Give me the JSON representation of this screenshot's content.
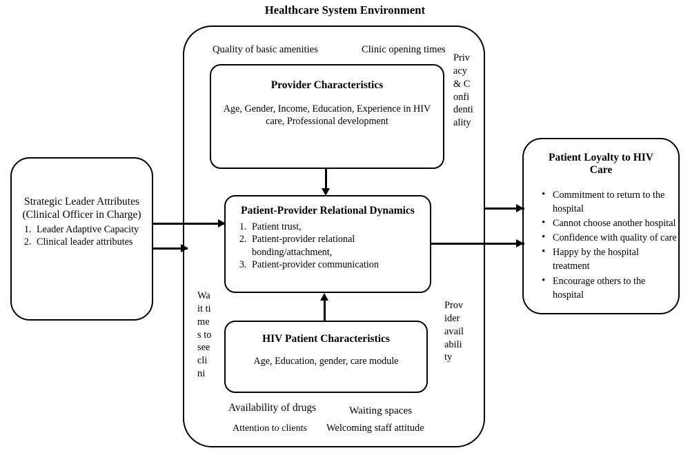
{
  "diagram": {
    "title": "Healthcare System Environment",
    "type": "conceptual-framework"
  },
  "environment_labels": {
    "quality_of_basic_amenities": "Quality of basic amenities",
    "clinic_opening_times": "Clinic opening times",
    "privacy_and_confidentiality": "Privacy & Confidentiality",
    "wait_times_to_see_clinician": "Wait times to see clini",
    "provider_availability": "Provider availability",
    "availability_of_drugs": "Availability of drugs",
    "waiting_spaces": "Waiting spaces",
    "attention_to_clients": "Attention to clients",
    "welcoming_staff_attitude": "Welcoming staff attitude"
  },
  "nodes": {
    "strategic_leader": {
      "title": "Strategic Leader Attributes (Clinical Officer in Charge)",
      "items": [
        "Leader Adaptive Capacity",
        "Clinical leader attributes"
      ]
    },
    "provider_characteristics": {
      "title": "Provider Characteristics",
      "subtitle": "Age, Gender, Income, Education, Experience in HIV care, Professional development"
    },
    "relational_dynamics": {
      "title": "Patient-Provider Relational Dynamics",
      "items": [
        "Patient trust,",
        "Patient-provider relational bonding/attachment,",
        "Patient-provider communication"
      ]
    },
    "hiv_patient_characteristics": {
      "title": "HIV Patient Characteristics",
      "subtitle": "Age, Education, gender, care module"
    },
    "patient_loyalty": {
      "title": "Patient Loyalty to HIV Care",
      "items": [
        "Commitment to return to the hospital",
        "Cannot choose another hospital",
        "Confidence with quality of care",
        "Happy by the hospital treatment",
        "Encourage others to the hospital"
      ]
    }
  },
  "colors": {
    "stroke": "#000000",
    "background": "#ffffff",
    "text": "#000000"
  }
}
